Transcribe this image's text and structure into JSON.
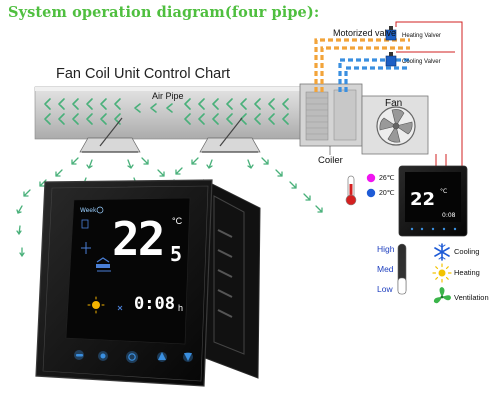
{
  "title": "System operation diagram(four pipe):",
  "chart_title": "Fan Coil Unit Control Chart",
  "labels": {
    "motorized_valve": "Motorized valve",
    "heating_valve": "Heating Valver",
    "cooling_valve": "Cooling Valver",
    "air_pipe": "Air Pipe",
    "fan": "Fan",
    "coiler": "Coiler"
  },
  "temps": {
    "hot": "26℃",
    "cold": "20℃"
  },
  "speed_levels": [
    "High",
    "Med",
    "Low"
  ],
  "modes": [
    {
      "label": "Cooling",
      "icon": "snowflake-icon",
      "color": "#1e5bd6"
    },
    {
      "label": "Heating",
      "icon": "sun-icon",
      "color": "#f2c200"
    },
    {
      "label": "Ventilation",
      "icon": "fan-icon",
      "color": "#3bb54a"
    }
  ],
  "thermostat": {
    "week_label": "Week",
    "temperature": "22",
    "decimal": "5",
    "unit": "°C",
    "time": "0:08",
    "time_suffix": "h"
  },
  "colors": {
    "title_green": "#4fbf3f",
    "hot_pipe": "#f2a43a",
    "cold_pipe": "#3a8fe0",
    "wire": "#d02020",
    "airflow": "#49b07a"
  }
}
